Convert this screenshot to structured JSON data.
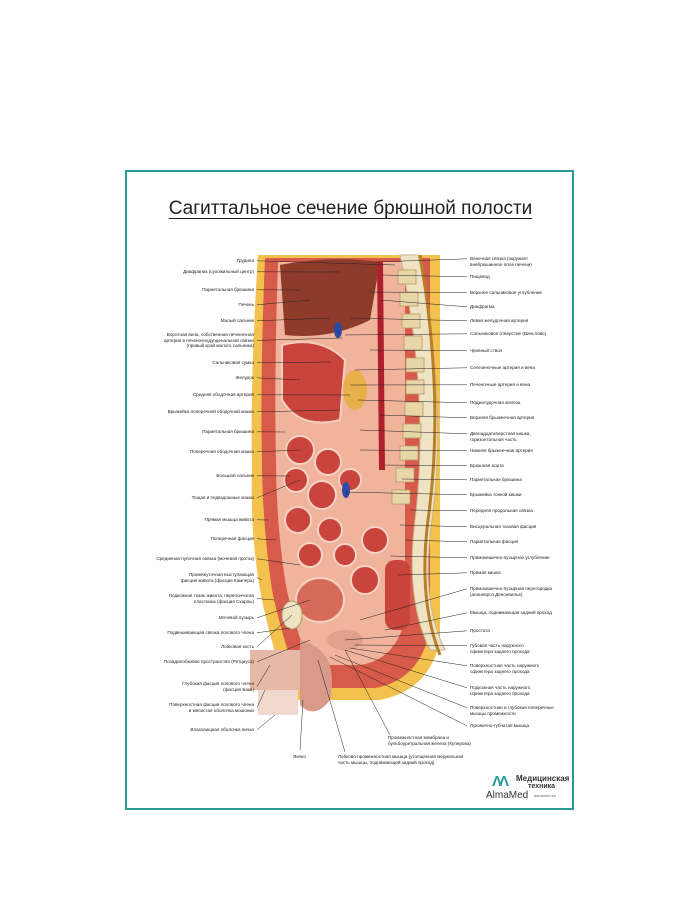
{
  "title": "Сагиттальное сечение брюшной полости",
  "left_labels": [
    "Грудина",
    "Диафрагма (сухожильный центр)",
    "Париетальная брюшина",
    "Печень",
    "Малый сальник",
    "Воротная вена, собственная печеночная\nартерия в печеночнодуоденальной связке\n(правый край малого сальника)",
    "Сальниковая сумка",
    "Желудок",
    "Средняя ободочная артерия",
    "Брыжейка поперечной ободочной кишки",
    "Париетальная брюшина",
    "Поперечная ободочная кишка",
    "Большой сальник",
    "Тощая и подвздошные кишки",
    "Прямая мышца живота",
    "Поперечная фасция",
    "Срединная пупочная связка (мочевой проток)",
    "Промежуточная выступающая\nфасция живота (фасция Кампера)",
    "Подкожная ткань живота, перепончатая\nпластинка (фасция Скарпы)",
    "Мочевой пузырь",
    "Подвешивающая связка полового члена",
    "Лобковая кость",
    "Позадилобковое пространство (Ретциуса)",
    "Глубокая фасция полового члена\n(фасция Бакa)",
    "Поверхностная фасция полового члена\nи мясистая оболочка мошонки",
    "Влагалищная оболочка яичка"
  ],
  "right_labels": [
    "Венечная связка (окружает\nвнебрюшинное поле печени)",
    "Пищевод",
    "Верхнее сальниковое углубление",
    "Диафрагма",
    "Левая желудочная артерия",
    "Сальниковое отверстие (Винслово)",
    "Чревный ствол",
    "Селезеночные артерия и вена",
    "Печеночные артерия и вена",
    "Поджелудочная железа",
    "Верхняя брыжеечная артерия",
    "Двенадцатиперстная кишка,\nгоризонтальная часть",
    "Нижняя брыжеечная артерия",
    "Брюшная аорта",
    "Париетальная брюшина",
    "Брыжейка тонкой кишки",
    "Передняя продольная связка",
    "Висцеральная тазовая фасция",
    "Париетальная фасция",
    "Прямокишечно-пузырное углубление",
    "Прямая кишка",
    "Прямокишечно-пузырная перегородка\n(апоневроз Денонвилье)",
    "Мышца, поднимающая задний проход",
    "Простата",
    "Губовая часть наружного\nсфинктера заднего прохода",
    "Поверхностная часть наружного\nсфинктера заднего прохода",
    "Подкожная часть наружного\nсфинктера заднего прохода",
    "Поверхностная и глубокая поперечные\nмышцы промежности",
    "Луковично-губчатая мышца"
  ],
  "bottom_labels": [
    "Яичко",
    "Промежностная мембрана и\nбульбоуретральная железа (Куперова)",
    "Лобково-промежностная мышца (утолщенная медиальная\nчасть мышцы, поднимающей задний проход)"
  ],
  "logo": {
    "brand": "AlmaMed",
    "line1": "Медицинская",
    "line2": "техника",
    "site": "almamed.su"
  },
  "colors": {
    "frame": "#2a9a98",
    "tissue": "#c9413a",
    "fat": "#f2c14e",
    "bone": "#efe3c4"
  }
}
